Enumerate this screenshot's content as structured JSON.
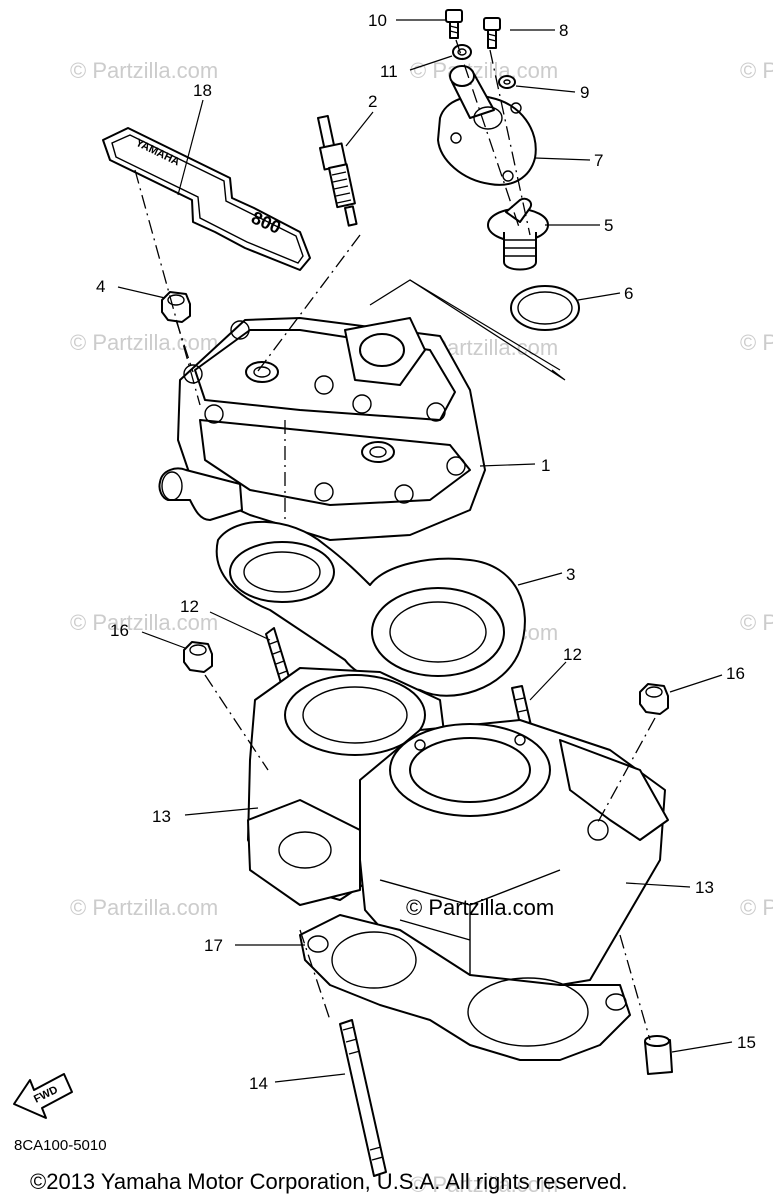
{
  "watermark": {
    "text": "© Partzilla.com",
    "center_text": "© Partzilla.com"
  },
  "callouts": {
    "p1": "1",
    "p2": "2",
    "p3": "3",
    "p4": "4",
    "p5": "5",
    "p6": "6",
    "p7": "7",
    "p8": "8",
    "p9": "9",
    "p10": "10",
    "p11": "11",
    "p12a": "12",
    "p12b": "12",
    "p13a": "13",
    "p13b": "13",
    "p14": "14",
    "p15": "15",
    "p16a": "16",
    "p16b": "16",
    "p17": "17",
    "p18": "18"
  },
  "labels": {
    "emblem_brand": "YAMAHA",
    "emblem_model": "800",
    "fwd": "FWD",
    "diagram_code": "8CA100-5010",
    "copyright": "©2013 Yamaha Motor Corporation, U.S.A. All rights reserved."
  },
  "icons": {
    "fwd_arrow": "fwd-arrow-icon"
  }
}
